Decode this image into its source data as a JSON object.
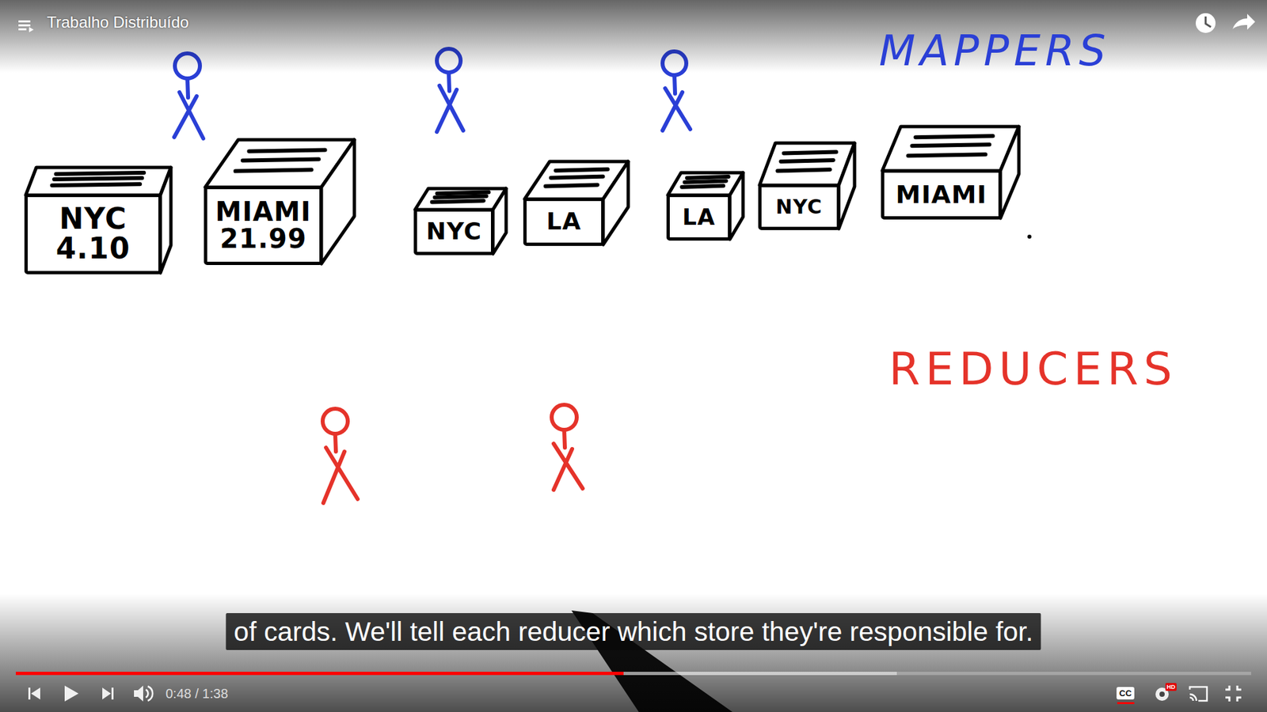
{
  "diagram": {
    "title": "Trabalho Distribuído",
    "caption": "of cards. We'll tell each reducer which store they're responsible for.",
    "nodes": [
      {
        "text": [
          "NYC",
          "4.10"
        ]
      },
      {
        "text": [
          "MIAMI",
          "21.99"
        ]
      },
      {
        "text": [
          "NYC"
        ]
      },
      {
        "text": [
          "LA"
        ]
      },
      {
        "text": [
          "LA"
        ]
      },
      {
        "text": [
          "NYC"
        ]
      },
      {
        "text": [
          "MIAMI"
        ]
      }
    ],
    "labels": [
      "MAPPERS",
      "REDUCERS",
      "0:48 / 1:38",
      "CC",
      "HD"
    ]
  }
}
